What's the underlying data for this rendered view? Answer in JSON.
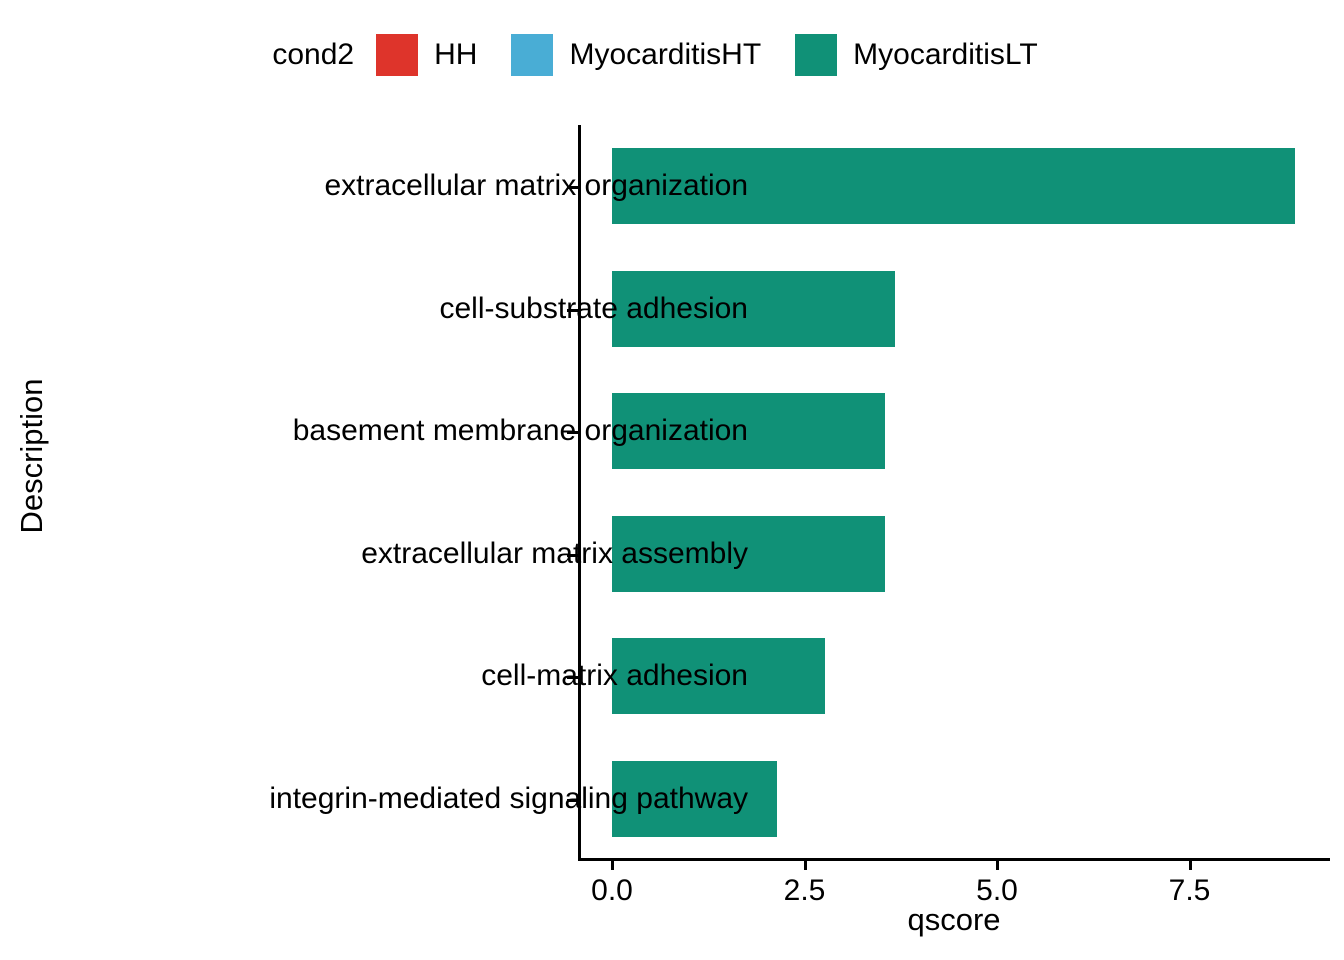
{
  "legend": {
    "title": "cond2",
    "entries": [
      {
        "label": "HH",
        "color": "#DE342B"
      },
      {
        "label": "MyocarditisHT",
        "color": "#49ADD5"
      },
      {
        "label": "MyocarditisLT",
        "color": "#109177"
      }
    ]
  },
  "chart_data": {
    "type": "bar",
    "orientation": "horizontal",
    "title": "",
    "xlabel": "qscore",
    "ylabel": "Description",
    "legend_title": "cond2",
    "legend_position": "top",
    "grid": false,
    "xlim": [
      0,
      9.75
    ],
    "xticks": [
      "0.0",
      "2.5",
      "5.0",
      "7.5"
    ],
    "xtickvalues": [
      0.0,
      2.5,
      5.0,
      7.5
    ],
    "categories": [
      "extracellular matrix organization",
      "cell-substrate adhesion",
      "basement membrane organization",
      "extracellular matrix assembly",
      "cell-matrix adhesion",
      "integrin-mediated signaling pathway"
    ],
    "series": [
      {
        "name": "MyocarditisLT",
        "color": "#109177",
        "values": [
          8.87,
          3.68,
          3.55,
          3.55,
          2.77,
          2.14
        ]
      }
    ],
    "bar_color": "#109177"
  }
}
